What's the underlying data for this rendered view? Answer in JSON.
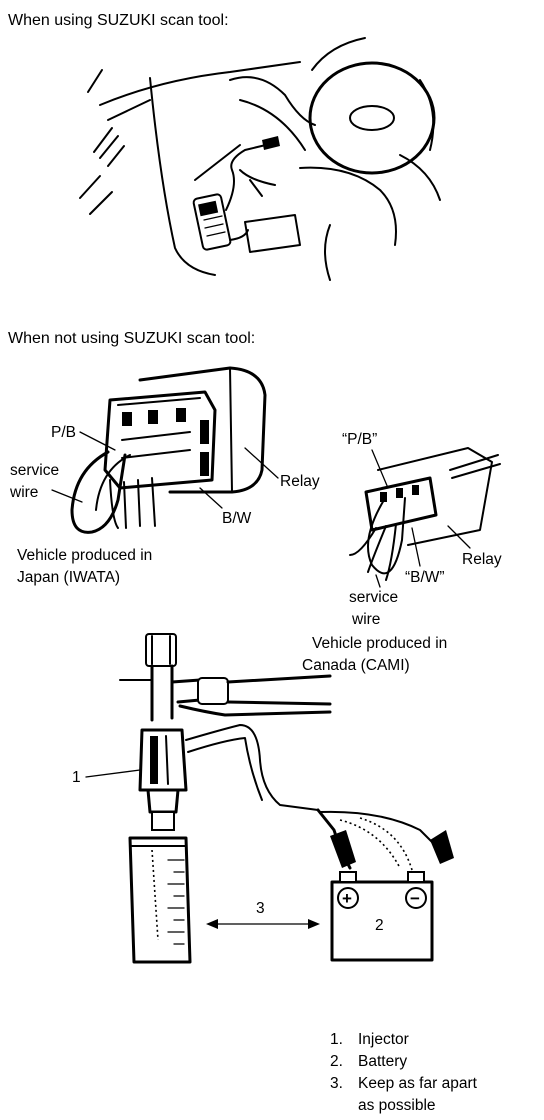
{
  "headers": {
    "scan_tool": "When using SUZUKI scan tool:",
    "no_scan_tool": "When not using SUZUKI scan tool:"
  },
  "japan_diagram": {
    "pb_label": "P/B",
    "service_wire_line1": "service",
    "service_wire_line2": "wire",
    "bw_label": "B/W",
    "relay_label": "Relay",
    "caption_line1": "Vehicle produced in",
    "caption_line2": "Japan (IWATA)"
  },
  "canada_diagram": {
    "pb_label": "“P/B”",
    "bw_label": "“B/W”",
    "relay_label": "Relay",
    "service_wire_line1": "service",
    "service_wire_line2": "wire",
    "caption_line1": "Vehicle produced in",
    "caption_line2": "Canada (CAMI)"
  },
  "injector_diagram": {
    "callout_1": "1",
    "callout_2": "2",
    "callout_3": "3",
    "plus_symbol": "+",
    "minus_symbol": "−"
  },
  "legend": {
    "items": [
      {
        "num": "1.",
        "line1": "Injector",
        "line2": ""
      },
      {
        "num": "2.",
        "line1": "Battery",
        "line2": ""
      },
      {
        "num": "3.",
        "line1": "Keep as far apart",
        "line2": "as possible"
      }
    ]
  }
}
